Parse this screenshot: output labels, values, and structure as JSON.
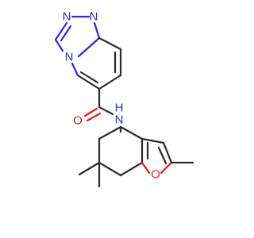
{
  "molecule": {
    "colors": {
      "bond": "#2b2b2b",
      "nitrogen": "#2b2bd0",
      "oxygen": "#d42020"
    },
    "atoms": {
      "n1": "N",
      "n2": "N",
      "n3": "N",
      "o_carbonyl": "O",
      "nh": "N",
      "h": "H",
      "o_furan": "O"
    }
  }
}
